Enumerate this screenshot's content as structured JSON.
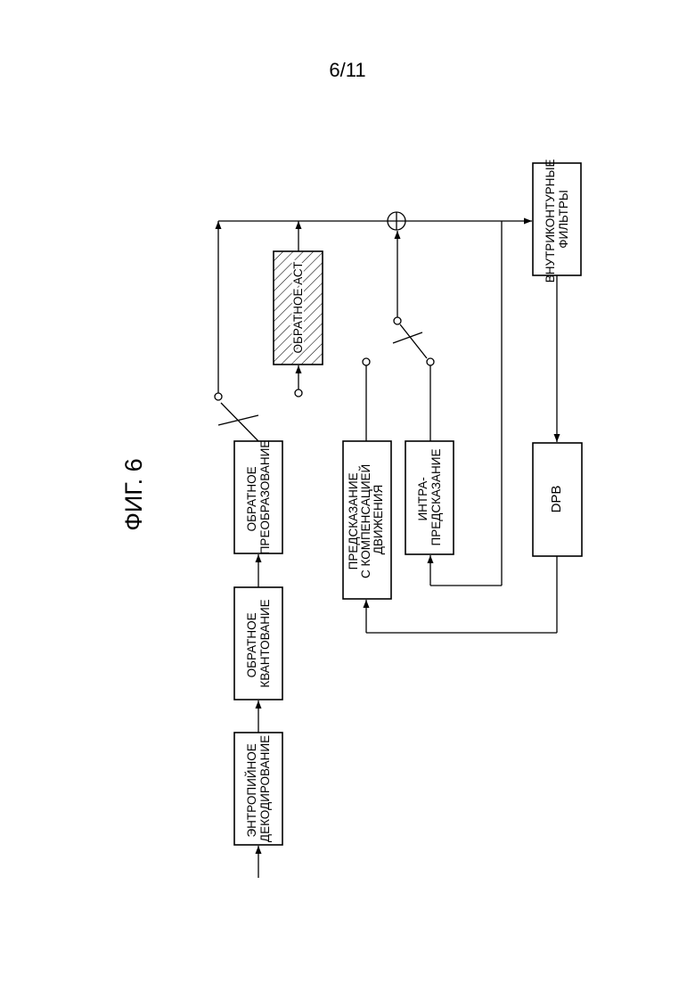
{
  "page_number": "6/11",
  "figure_title": "ФИГ. 6",
  "blocks": {
    "entropy_decoding": [
      "ЭНТРОПИЙНОЕ",
      "ДЕКОДИРОВАНИЕ"
    ],
    "inverse_quantization": [
      "ОБРАТНОЕ",
      "КВАНТОВАНИЕ"
    ],
    "inverse_transform": [
      "ОБРАТНОЕ",
      "ПРЕОБРАЗОВАНИЕ"
    ],
    "inverse_act": [
      "ОБРАТНОЕ АСТ"
    ],
    "motion_comp_prediction": [
      "ПРЕДСКАЗАНИЕ",
      "С КОМПЕНСАЦИЕЙ",
      "ДВИЖЕНИЯ"
    ],
    "intra_prediction": [
      "ИНТРА-",
      "ПРЕДСКАЗАНИЕ"
    ],
    "in_loop_filters": [
      "ВНУТРИКОНТУРНЫЕ",
      "ФИЛЬТРЫ"
    ],
    "dpb": [
      "DPB"
    ]
  }
}
